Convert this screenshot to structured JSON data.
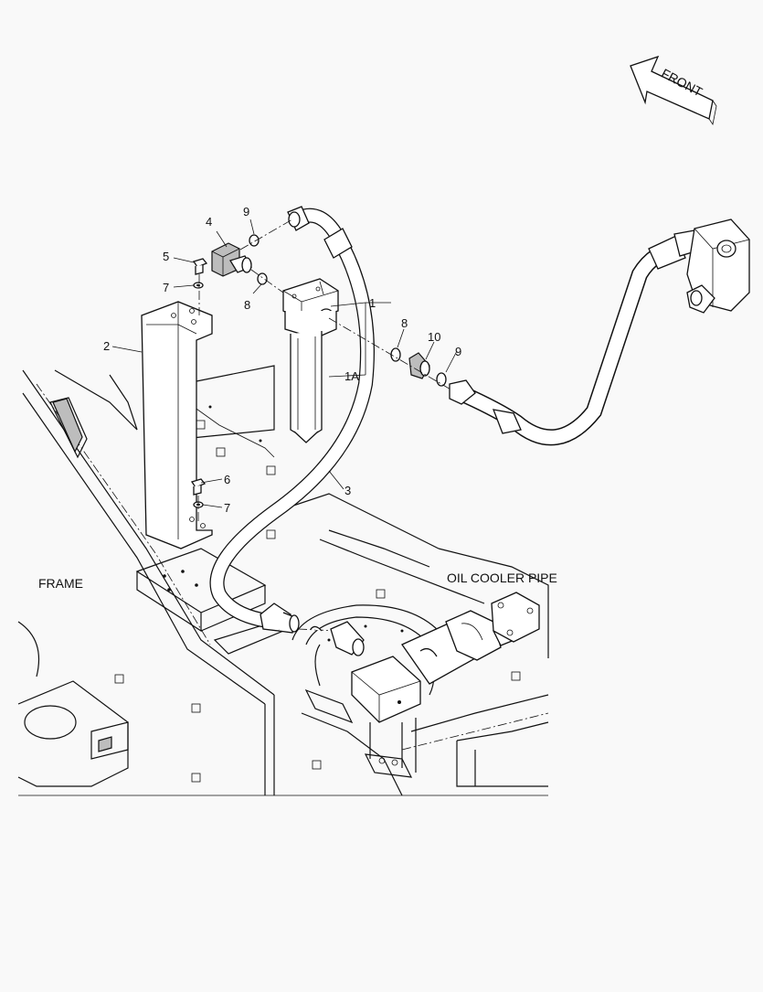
{
  "diagram": {
    "direction_label": "FRONT",
    "labels": {
      "frame": "FRAME",
      "oil_cooler_pipe": "OIL COOLER PIPE"
    },
    "callouts": [
      {
        "id": "filter-assy",
        "text": "1"
      },
      {
        "id": "filter-element",
        "text": "1A"
      },
      {
        "id": "bracket",
        "text": "2"
      },
      {
        "id": "hose",
        "text": "3"
      },
      {
        "id": "elbow-adapter",
        "text": "4"
      },
      {
        "id": "bolt-upper",
        "text": "5"
      },
      {
        "id": "bolt-lower",
        "text": "6"
      },
      {
        "id": "washer-upper",
        "text": "7"
      },
      {
        "id": "washer-lower",
        "text": "7"
      },
      {
        "id": "oring-upper",
        "text": "8"
      },
      {
        "id": "oring-right",
        "text": "8"
      },
      {
        "id": "oring-top",
        "text": "9"
      },
      {
        "id": "oring-far",
        "text": "9"
      },
      {
        "id": "adapter",
        "text": "10"
      }
    ]
  }
}
